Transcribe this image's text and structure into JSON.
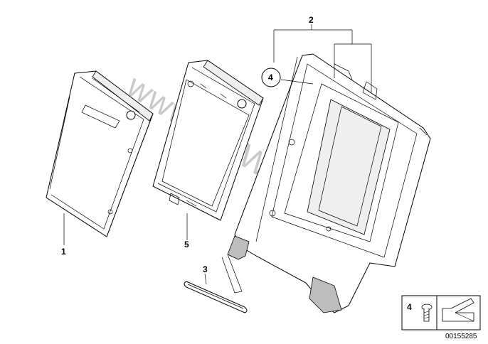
{
  "diagram": {
    "watermark": "www.BMWstore.ru",
    "callouts": {
      "c1": "1",
      "c2": "2",
      "c3": "3",
      "c4": "4",
      "c5": "5",
      "legend_4": "4"
    },
    "part_number": "00155285"
  }
}
